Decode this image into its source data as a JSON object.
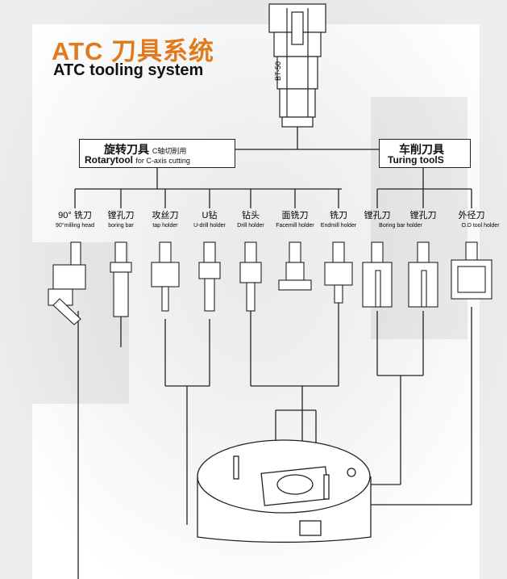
{
  "title": {
    "cn": "ATC 刀具系统",
    "en": "ATC tooling system"
  },
  "spindle_label": "BT-50",
  "groups": {
    "rotary": {
      "cn": "旋转刀具",
      "cn_sub": "C轴切削用",
      "en": "Rotarytool",
      "en_sub": "for C-axis cutting"
    },
    "turning": {
      "cn": "车削刀具",
      "en": "Turing toolS"
    }
  },
  "tools": [
    {
      "cn": "90° 铣刀",
      "en": "90°milling head",
      "icon": "milling-head-90"
    },
    {
      "cn": "镗孔刀",
      "en": "boring bar",
      "icon": "boring-bar"
    },
    {
      "cn": "攻丝刀",
      "en": "tap holder",
      "icon": "tap-holder"
    },
    {
      "cn": "U钻",
      "en": "U-drill holder",
      "icon": "u-drill"
    },
    {
      "cn": "钻头",
      "en": "Drill holder",
      "icon": "drill-holder"
    },
    {
      "cn": "面铣刀",
      "en": "Facemill holder",
      "icon": "facemill-holder"
    },
    {
      "cn": "铣刀",
      "en": "Endmill holder",
      "icon": "endmill-holder"
    },
    {
      "cn": "镗孔刀",
      "en": "Boring bar holder",
      "icon": "boring-bar-holder"
    },
    {
      "cn": "镗孔刀",
      "en": "",
      "icon": "boring-bar-holder"
    },
    {
      "cn": "外径刀",
      "en": "O.D tool holder",
      "icon": "od-tool-holder"
    }
  ],
  "colors": {
    "title_accent": "#e07a1c",
    "line": "#222222",
    "background": "#f2f2f2"
  }
}
